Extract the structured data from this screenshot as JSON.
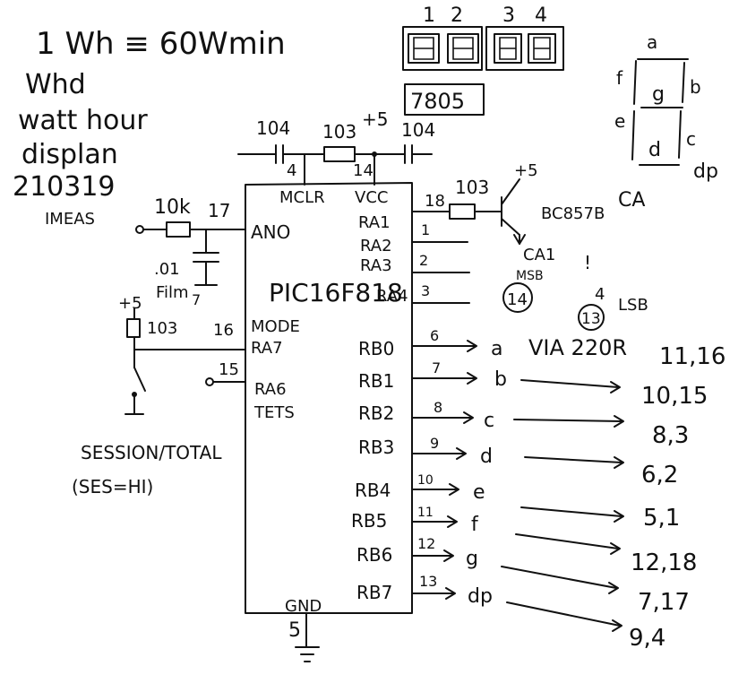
{
  "notes": {
    "line1": "1 Wh ≡ 60Wmin",
    "line2": "Whd",
    "line3": "watt hour",
    "line4": "displan",
    "line5": "210319"
  },
  "digits": {
    "label1": "1",
    "label2": "2",
    "label3": "3",
    "label4": "4"
  },
  "regulator": "7805",
  "seg_key": {
    "a": "a",
    "b": "b",
    "c": "c",
    "d": "d",
    "e": "e",
    "f": "f",
    "g": "g",
    "dp": "dp",
    "ca": "CA"
  },
  "top": {
    "cap_left": "104",
    "resistor": "103",
    "supply": "+5",
    "cap_right": "104",
    "pin_mclr_num": "4",
    "pin_vcc_num": "14"
  },
  "chip": {
    "part": "PIC16F818",
    "mclr": "MCLR",
    "vcc": "VCC",
    "ano": "ANO",
    "ra1": "RA1",
    "ra2": "RA2",
    "ra3": "RA3",
    "ra4": "RA4",
    "mode": "MODE",
    "ra7": "RA7",
    "ra6": "RA6",
    "tets": "TETS",
    "gnd": "GND",
    "gnd_pin": "5",
    "rb": [
      "RB0",
      "RB1",
      "RB2",
      "RB3",
      "RB4",
      "RB5",
      "RB6",
      "RB7"
    ]
  },
  "input": {
    "resistor": "10k",
    "pin": "17",
    "label": "IMEAS",
    "cap_value": ".01",
    "cap_type": "Film",
    "cap_pin": "7"
  },
  "mode_sw": {
    "supply": "+5",
    "resistor": "103",
    "pin16": "16",
    "pin15": "15",
    "label1": "SESSION/TOTAL",
    "label2": "(SES=HI)"
  },
  "transistor": {
    "pin": "18",
    "resistor": "103",
    "supply": "+5",
    "part": "BC857B",
    "ca": "CA",
    "cai": "CA1",
    "msb": "MSB",
    "msb_pin": "14",
    "bang": "!",
    "lsb_digit": "4",
    "lsb_pin": "13",
    "lsb": "LSB"
  },
  "ra_pins": [
    "1",
    "2",
    "3"
  ],
  "rb_pins": [
    "6",
    "7",
    "8",
    "9",
    "10",
    "11",
    "12",
    "13"
  ],
  "segments": [
    "a",
    "b",
    "c",
    "d",
    "e",
    "f",
    "g",
    "dp"
  ],
  "via": "VIA 220R",
  "display_pins": [
    "11,16",
    "10,15",
    "8,3",
    "6,2",
    "5,1",
    "12,18",
    "7,17",
    "9,4"
  ]
}
